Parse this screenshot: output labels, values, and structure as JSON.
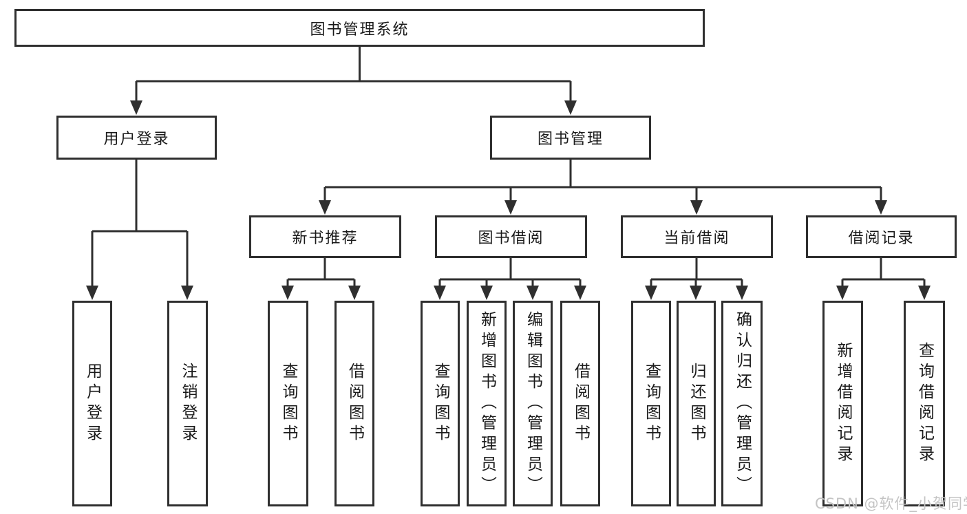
{
  "nodes": {
    "root": {
      "label": "图书管理系统"
    },
    "user_login": {
      "label": "用户登录"
    },
    "book_management": {
      "label": "图书管理"
    },
    "login": {
      "label": "用户登录"
    },
    "logout": {
      "label": "注销登录"
    },
    "new_book_recommend": {
      "label": "新书推荐"
    },
    "book_borrowing": {
      "label": "图书借阅"
    },
    "current_borrowing": {
      "label": "当前借阅"
    },
    "borrowing_records": {
      "label": "借阅记录"
    },
    "query_books_1": {
      "label": "查询图书"
    },
    "borrow_books_1": {
      "label": "借阅图书"
    },
    "query_books_2": {
      "label": "查询图书"
    },
    "add_book_admin": {
      "label": "新增图书（管理员）"
    },
    "edit_book_admin": {
      "label": "编辑图书（管理员）"
    },
    "borrow_books_2": {
      "label": "借阅图书"
    },
    "query_books_3": {
      "label": "查询图书"
    },
    "return_book": {
      "label": "归还图书"
    },
    "confirm_return_admin": {
      "label": "确认归还（管理员）"
    },
    "add_borrow_record": {
      "label": "新增借阅记录"
    },
    "query_borrow_record": {
      "label": "查询借阅记录"
    }
  },
  "structure": {
    "图书管理系统": {
      "用户登录": [
        "用户登录",
        "注销登录"
      ],
      "图书管理": {
        "新书推荐": [
          "查询图书",
          "借阅图书"
        ],
        "图书借阅": [
          "查询图书",
          "新增图书（管理员）",
          "编辑图书（管理员）",
          "借阅图书"
        ],
        "当前借阅": [
          "查询图书",
          "归还图书",
          "确认归还（管理员）"
        ],
        "借阅记录": [
          "新增借阅记录",
          "查询借阅记录"
        ]
      }
    }
  },
  "watermark": {
    "text": "CSDN @软件_小贺同学"
  },
  "colors": {
    "line": "#2f2f2f",
    "box_border": "#2f2f2f",
    "box_fill": "#ffffff",
    "text": "#1a1a1a",
    "background": "#ffffff",
    "watermark": "#c4c4c4"
  }
}
